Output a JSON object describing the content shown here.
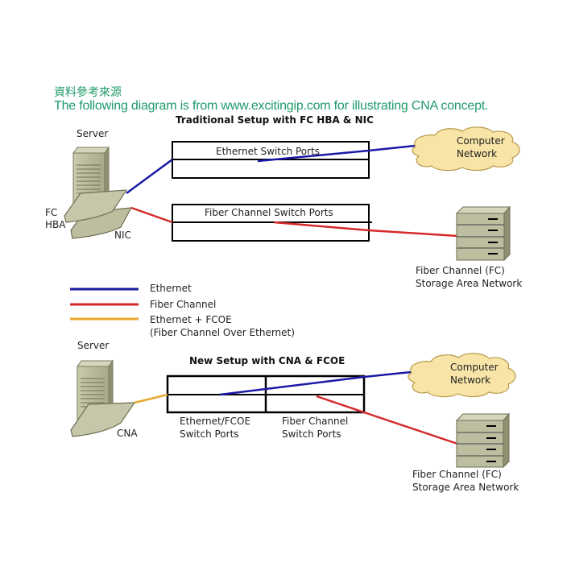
{
  "header": {
    "source_label": "資料參考來源",
    "caption": "The following diagram is from www.excitingip.com for illustrating CNA concept."
  },
  "traditional": {
    "title": "Traditional Setup with FC HBA & NIC",
    "server_label": "Server",
    "fc_hba_label_1": "FC",
    "fc_hba_label_2": "HBA",
    "nic_label": "NIC",
    "ethernet_switch_label": "Ethernet Switch Ports",
    "fc_switch_label": "Fiber Channel Switch Ports",
    "cloud_line1": "Computer",
    "cloud_line2": "Network",
    "san_line1": "Fiber Channel (FC)",
    "san_line2": "Storage Area Network"
  },
  "legend": {
    "items": [
      {
        "label": "Ethernet",
        "color": "#1a1aa6"
      },
      {
        "label": "Fiber Channel",
        "color": "#d42a2a"
      },
      {
        "label": "Ethernet + FCOE",
        "color": "#e8a92e"
      }
    ],
    "fcoe_note": "(Fiber Channel Over Ethernet)"
  },
  "new_setup": {
    "title": "New Setup with CNA & FCOE",
    "server_label": "Server",
    "cna_label": "CNA",
    "eth_fcoe_ports_line1": "Ethernet/FCOE",
    "eth_fcoe_ports_line2": "Switch Ports",
    "fc_ports_line1": "Fiber Channel",
    "fc_ports_line2": "Switch Ports",
    "cloud_line1": "Computer",
    "cloud_line2": "Network",
    "san_line1": "Fiber Channel (FC)",
    "san_line2": "Storage Area Network"
  },
  "colors": {
    "ethernet": "#1a1aa6",
    "fiber_channel": "#d42a2a",
    "fcoe": "#e8a92e",
    "caption_green": "#1f9a6a",
    "hardware": "#b8b89a",
    "cloud": "#f7e4a6"
  }
}
